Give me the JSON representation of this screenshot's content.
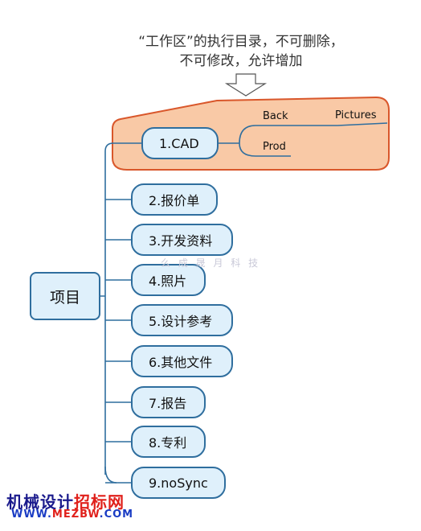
{
  "annotation": {
    "line1": "“工作区”的执行目录，不可删除，",
    "line2": "不可修改，允许增加"
  },
  "root": {
    "label": "项目"
  },
  "nodes": [
    {
      "id": "cad",
      "label": "1.CAD"
    },
    {
      "id": "quote",
      "label": "2.报价单"
    },
    {
      "id": "dev",
      "label": "3.开发资料"
    },
    {
      "id": "photos",
      "label": "4.照片"
    },
    {
      "id": "design",
      "label": "5.设计参考"
    },
    {
      "id": "other",
      "label": "6.其他文件"
    },
    {
      "id": "report",
      "label": "7.报告"
    },
    {
      "id": "patent",
      "label": "8.专利"
    },
    {
      "id": "nosync",
      "label": "9.noSync"
    }
  ],
  "cad_children": [
    "Back",
    "Prod",
    "Pictures"
  ],
  "watermark": {
    "faint_text": "么 成 晟 月 科 技",
    "brand_cn_black": "机械设计",
    "brand_cn_red": "招标网",
    "url_blue": "WWW.",
    "url_red": "MEZBW",
    "url_blue2": ".COM"
  },
  "colors": {
    "node_fill": "#dff0fb",
    "node_border": "#2f6e9e",
    "highlight_fill": "#f9c9a6",
    "highlight_border": "#d9572b",
    "connector": "#2f6e9e"
  }
}
